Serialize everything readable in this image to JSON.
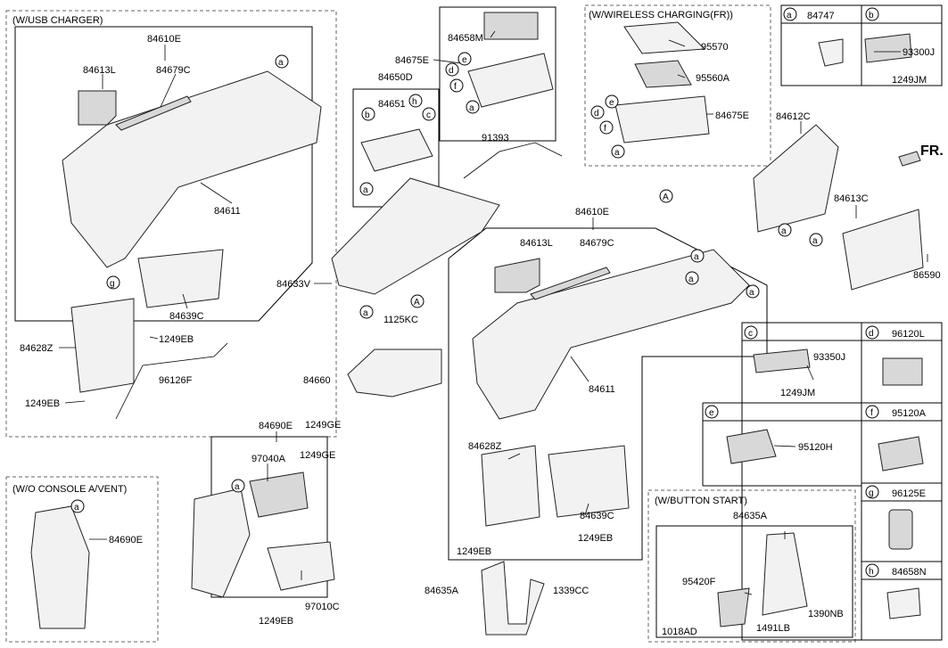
{
  "sections": {
    "usb_charger": "(W/USB CHARGER)",
    "wireless": "(W/WIRELESS CHARGING(FR))",
    "no_vent": "(W/O CONSOLE A/VENT)",
    "button_start": "(W/BUTTON START)"
  },
  "direction": "FR.",
  "parts": {
    "p84610E_a": "84610E",
    "p84613L_a": "84613L",
    "p84679C_a": "84679C",
    "p84611_a": "84611",
    "p84639C_a": "84639C",
    "p84628Z_a": "84628Z",
    "p1249EB_a": "1249EB",
    "p1249EB_b": "1249EB",
    "p96126F": "96126F",
    "p84658M": "84658M",
    "p84675E_a": "84675E",
    "p84650D": "84650D",
    "p84651": "84651",
    "p91393": "91393",
    "p84633V": "84633V",
    "p1125KC": "1125KC",
    "p84660": "84660",
    "p1249GE_a": "1249GE",
    "p84690E_a": "84690E",
    "p97040A": "97040A",
    "p1249GE_b": "1249GE",
    "p1249EB_c": "1249EB",
    "p97010C": "97010C",
    "p84690E_b": "84690E",
    "p95570": "95570",
    "p95560A": "95560A",
    "p84675E_b": "84675E",
    "p84612C": "84612C",
    "p84613C": "84613C",
    "p86590": "86590",
    "p84610E_b": "84610E",
    "p84613L_b": "84613L",
    "p84679C_b": "84679C",
    "p84611_b": "84611",
    "p84628Z_b": "84628Z",
    "p84639C_b": "84639C",
    "p1249EB_d": "1249EB",
    "p1249EB_e": "1249EB",
    "p84635A_a": "84635A",
    "p1339CC": "1339CC",
    "p84635A_b": "84635A",
    "p95420F": "95420F",
    "p1018AD": "1018AD",
    "p1491LB": "1491LB",
    "p1390NB": "1390NB",
    "p84747": "84747",
    "p93300J": "93300J",
    "p1249JM_a": "1249JM",
    "p93350J": "93350J",
    "p1249JM_b": "1249JM",
    "p96120L": "96120L",
    "p95120A": "95120A",
    "p95120H": "95120H",
    "p96125E": "96125E",
    "p84658N": "84658N"
  },
  "callouts": {
    "a": "a",
    "b": "b",
    "c": "c",
    "d": "d",
    "e": "e",
    "f": "f",
    "g": "g",
    "h": "h",
    "A": "A"
  }
}
